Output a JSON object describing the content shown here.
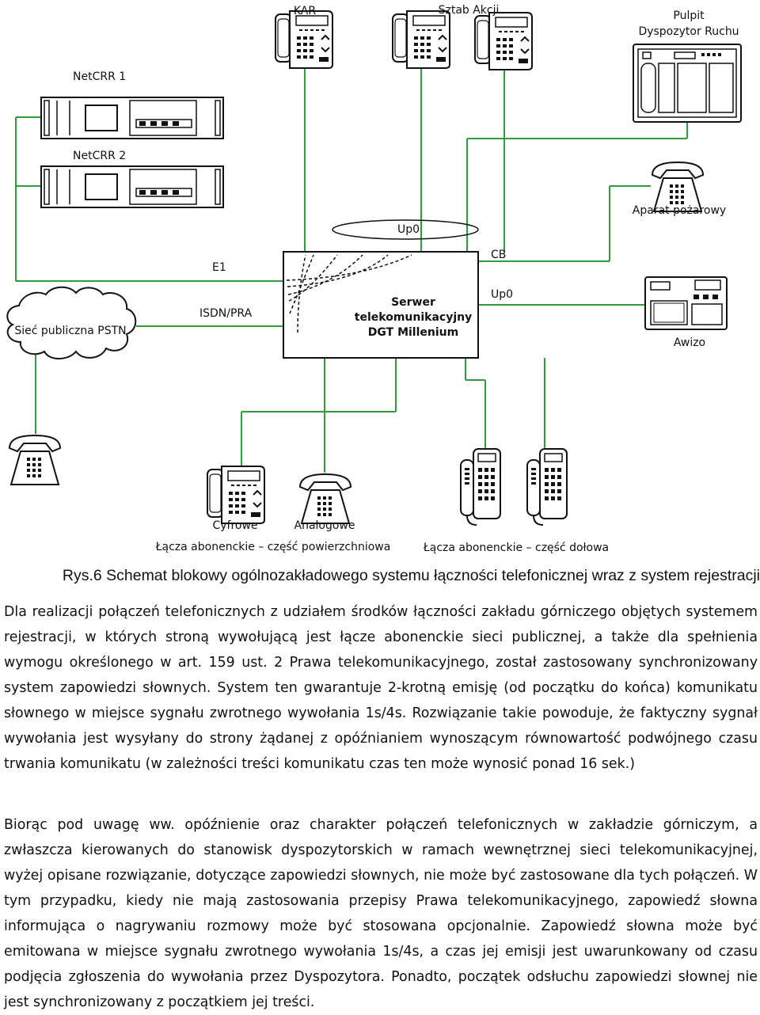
{
  "diagram": {
    "devices": {
      "kar": "KAR",
      "sztab": "Sztab Akcji",
      "pulpit_line1": "Pulpit",
      "pulpit_line2": "Dyspozytor Ruchu",
      "netcrr1": "NetCRR 1",
      "netcrr2": "NetCRR 2",
      "aparat": "Aparat pożarowy",
      "pstn": "Sieć publiczna PSTN",
      "awizo": "Awizo",
      "cyfrowe": "Cyfrowe",
      "analogowe": "Analogowe"
    },
    "links": {
      "up0_top": "Up0",
      "cb": "CB",
      "up0_right": "Up0",
      "e1": "E1",
      "isdn": "ISDN/PRA"
    },
    "server": {
      "line1": "Serwer",
      "line2": "telekomunikacyjny",
      "line3": "DGT Millenium"
    },
    "groups": {
      "surface": "Łącza abonenckie – część powierzchniowa",
      "underground": "Łącza abonenckie – część dołowa"
    },
    "colors": {
      "link_green": "#2e9b3e",
      "outline": "#111111"
    }
  },
  "caption": "Rys.6 Schemat blokowy ogólnozakładowego systemu łączności telefonicznej wraz z system rejestracji",
  "paragraphs": [
    "Dla realizacji połączeń telefonicznych z udziałem środków łączności zakładu górniczego objętych systemem rejestracji, w których stroną wywołującą jest łącze abonenckie sieci publicznej, a także dla spełnienia wymogu określonego w art. 159 ust. 2 Prawa telekomunikacyjnego, został zastosowany synchronizowany system zapowiedzi słownych. System ten gwarantuje 2-krotną emisję (od początku do końca) komunikatu słownego w miejsce sygnału zwrotnego wywołania 1s/4s. Rozwiązanie takie powoduje, że faktyczny sygnał wywołania jest wysyłany do strony żądanej z opóźnianiem wynoszącym równowartość podwójnego czasu trwania komunikatu (w zależności treści komunikatu czas ten może wynosić ponad 16 sek.)",
    "Biorąc pod uwagę ww. opóźnienie oraz charakter połączeń telefonicznych w zakładzie górniczym, a zwłaszcza kierowanych do stanowisk dyspozytorskich w ramach wewnętrznej sieci telekomunikacyjnej, wyżej opisane rozwiązanie, dotyczące zapowiedzi słownych, nie może być zastosowane dla tych połączeń. W tym przypadku, kiedy nie mają zastosowania przepisy Prawa telekomunikacyjnego, zapowiedź słowna informująca o nagrywaniu rozmowy może być stosowana opcjonalnie. Zapowiedź słowna może być emitowana w miejsce sygnału zwrotnego wywołania 1s/4s, a czas jej emisji jest uwarunkowany od czasu podjęcia zgłoszenia do wywołania przez Dyspozytora. Ponadto, początek odsłuchu zapowiedzi słownej nie jest synchronizowany z początkiem jej treści."
  ]
}
